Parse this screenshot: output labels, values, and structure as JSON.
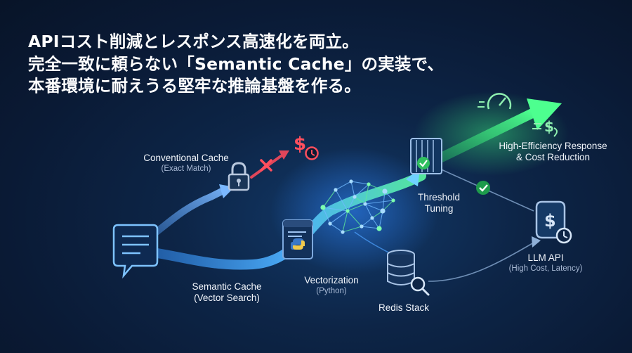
{
  "headline": {
    "line1": "APIコスト削減とレスポンス高速化を両立。",
    "line2": "完全一致に頼らない「Semantic Cache」の実装で、",
    "line3": "本番環境に耐えうる堅牢な推論基盤を作る。"
  },
  "nodes": {
    "conventional_cache": {
      "title": "Conventional Cache",
      "sub": "(Exact Match)"
    },
    "semantic_cache": {
      "title_line1": "Semantic Cache",
      "title_line2": "(Vector Search)"
    },
    "vectorization": {
      "title": "Vectorization",
      "sub": "(Python)"
    },
    "redis_stack": {
      "title": "Redis Stack"
    },
    "threshold_tuning": {
      "title_line1": "Threshold",
      "title_line2": "Tuning"
    },
    "high_efficiency": {
      "title_line1": "High-Efficiency Response",
      "title_line2": "& Cost Reduction"
    },
    "llm_api": {
      "title": "LLM API",
      "sub": "(High Cost, Latency)"
    }
  },
  "colors": {
    "primary": "#4fa3ff",
    "green": "#3ee07a",
    "red": "#ff4f5e",
    "text": "#ffffff",
    "subtext": "#a8b9d4"
  },
  "icons": [
    "chat-bubble-icon",
    "lock-icon",
    "x-mark-icon",
    "dollar-clock-icon",
    "python-window-icon",
    "neural-network-icon",
    "database-search-icon",
    "gate-check-icon",
    "checkmark-icon",
    "speedometer-icon",
    "dollar-arrow-icon",
    "dollar-doc-clock-icon"
  ]
}
